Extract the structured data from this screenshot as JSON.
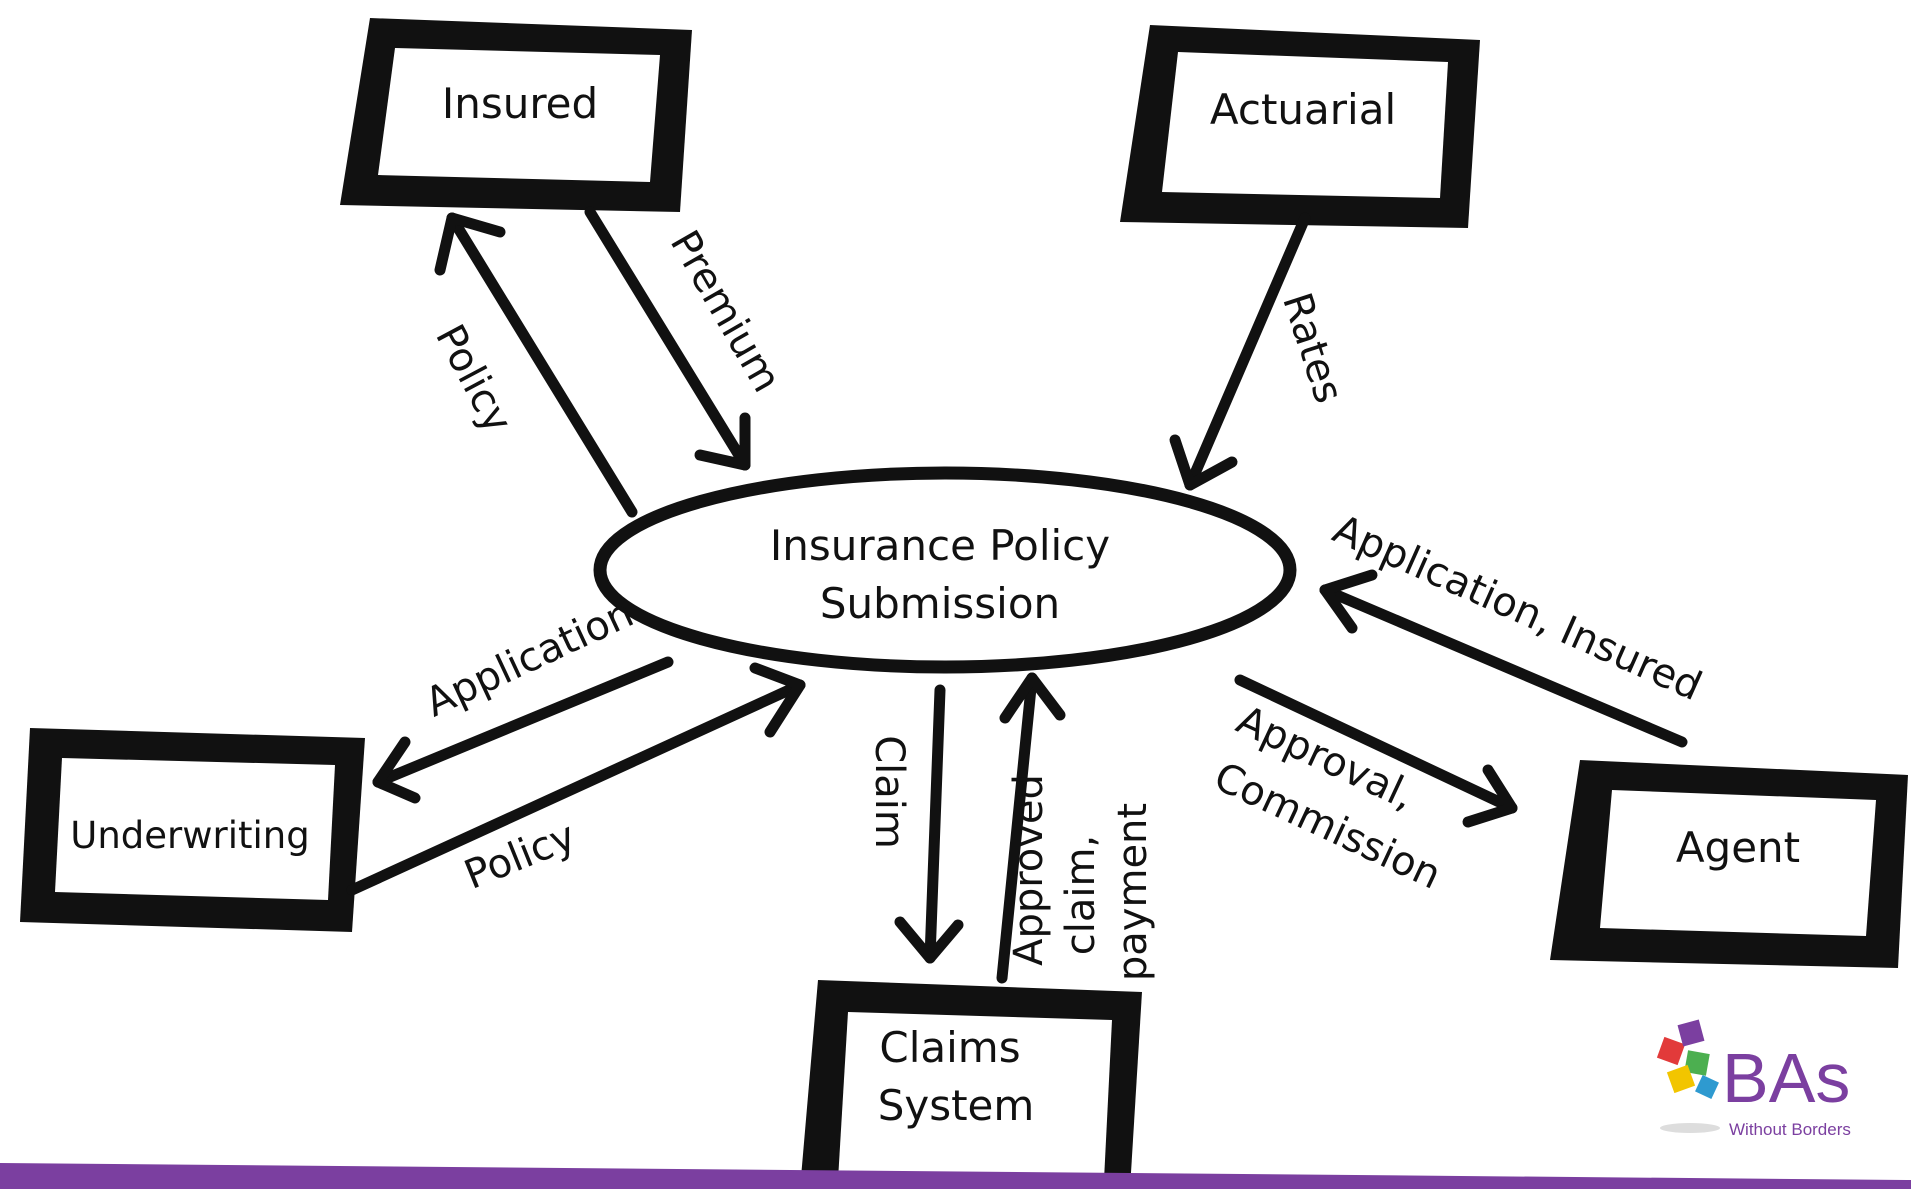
{
  "process": {
    "line1": "Insurance Policy",
    "line2": "Submission"
  },
  "entities": {
    "insured": "Insured",
    "actuarial": "Actuarial",
    "underwriting": "Underwriting",
    "agent": "Agent",
    "claims_line1": "Claims",
    "claims_line2": "System"
  },
  "flows": {
    "policy_to_insured": "Policy",
    "premium": "Premium",
    "rates": "Rates",
    "application_insured": "Application, Insured",
    "application_to_underwriting": "Application",
    "policy_from_underwriting": "Policy",
    "claim": "Claim",
    "approved_line1": "Approved",
    "approved_line2": "claim,",
    "approved_line3": "payment",
    "approval_line1": "Approval,",
    "approval_line2": "Commission"
  },
  "logo": {
    "mark": "BAs",
    "tagline": "Without Borders"
  },
  "colors": {
    "stroke": "#111111",
    "footer_bar": "#7b3fa0",
    "logo": "#7b3fa0"
  }
}
